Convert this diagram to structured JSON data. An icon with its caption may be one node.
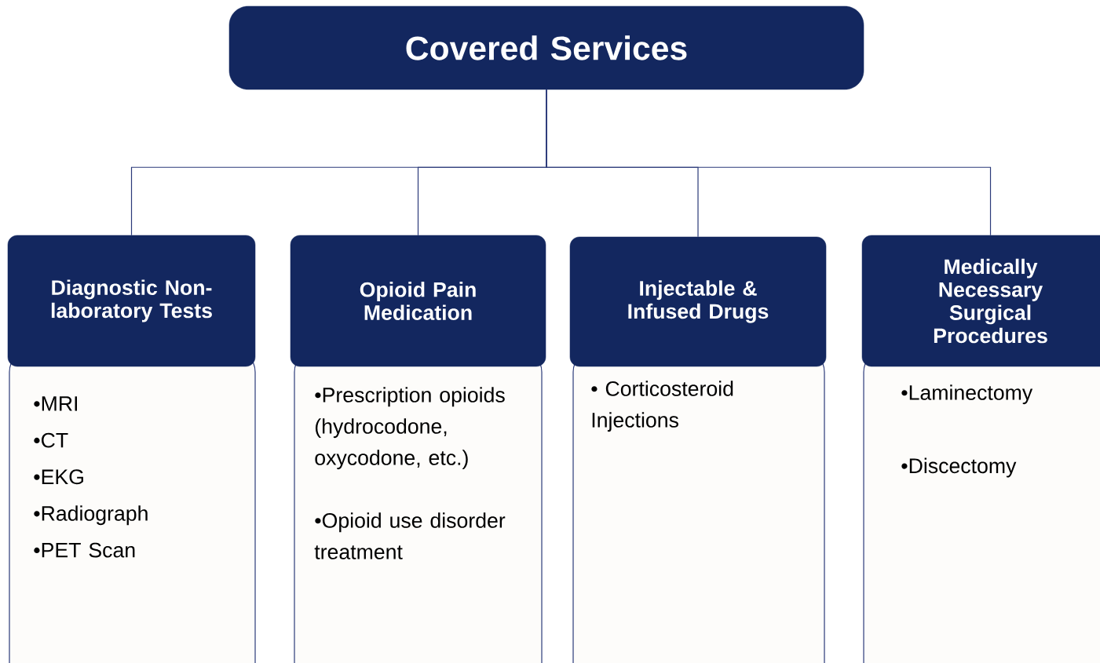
{
  "diagram": {
    "nodes": [
      {
        "text": [
          "Covered Services"
        ]
      },
      {
        "text": [
          "Diagnostic Non-laboratory Tests"
        ]
      },
      {
        "text": [
          "•MRI",
          "•CT",
          "•EKG",
          "•Radiograph",
          "•PET Scan"
        ]
      },
      {
        "text": [
          "Opioid Pain Medication"
        ]
      },
      {
        "text": [
          "•Prescription opioids (hydrocodone, oxycodone, etc.)",
          "•Opioid use disorder treatment"
        ]
      },
      {
        "text": [
          "Injectable & Infused Drugs"
        ]
      },
      {
        "text": [
          "• Corticosteroid Injections"
        ]
      },
      {
        "text": [
          "Medically Necessary Surgical Procedures"
        ]
      },
      {
        "text": [
          "•Laminectomy",
          "•Discectomy"
        ]
      }
    ],
    "edges": [
      {
        "from": 0,
        "to": 1,
        "arrow": "none"
      },
      {
        "from": 0,
        "to": 3,
        "arrow": "none"
      },
      {
        "from": 0,
        "to": 5,
        "arrow": "none"
      },
      {
        "from": 0,
        "to": 7,
        "arrow": "none"
      }
    ]
  }
}
